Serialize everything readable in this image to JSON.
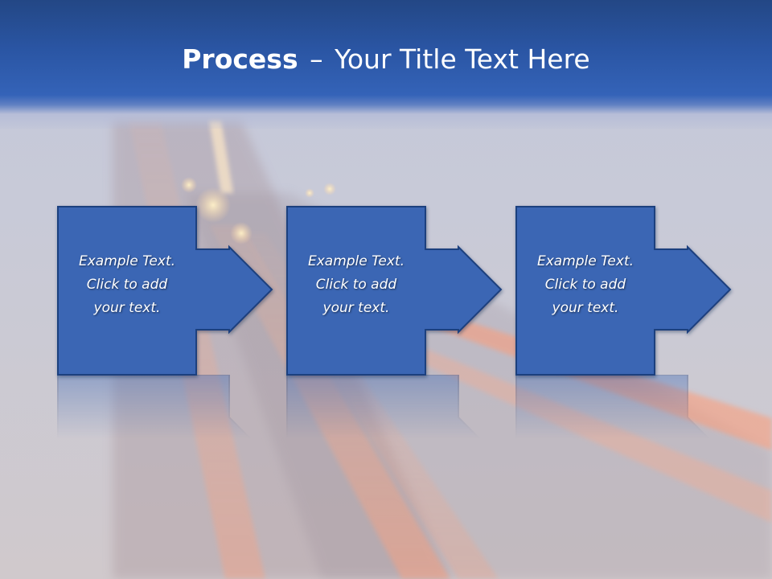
{
  "slide": {
    "title_strong": "Process",
    "title_separator": "–",
    "title_rest": "Your Title Text Here"
  },
  "process_steps": [
    {
      "lines": [
        "Example Text.",
        "Click  to add",
        "your text."
      ]
    },
    {
      "lines": [
        "Example Text.",
        "Click  to add",
        "your text."
      ]
    },
    {
      "lines": [
        "Example Text.",
        "Click  to add",
        "your text."
      ]
    }
  ],
  "colors": {
    "title_band": "#2a55a3",
    "box_fill": "#3a66b4",
    "box_stroke": "#1f3f7e",
    "text": "#ffffff"
  },
  "icons": [
    "right-arrow-icon"
  ]
}
